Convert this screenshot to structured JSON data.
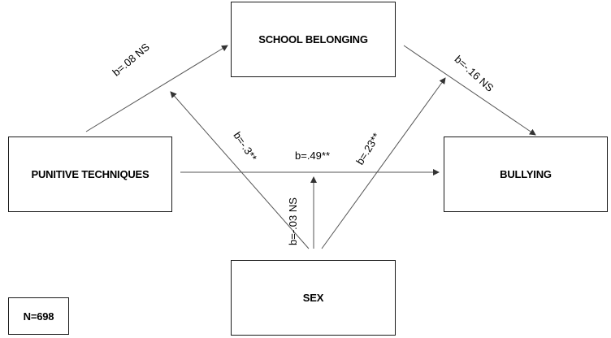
{
  "nodes": {
    "school_belonging": "SCHOOL BELONGING",
    "punitive_techniques": "PUNITIVE TECHNIQUES",
    "bullying": "BULLYING",
    "sex": "SEX",
    "sample_size": "N=698"
  },
  "paths": {
    "punitive_to_school": "b=.08 NS",
    "school_to_bullying": "b=-.16 NS",
    "sex_to_school": "b=-.3**",
    "punitive_to_bullying": "b=.49**",
    "sex_to_bullying": "b=.23**",
    "sex_to_direct_path": "b=-.03 NS"
  },
  "colors": {
    "line": "#555555",
    "border": "#1a1a1a"
  }
}
